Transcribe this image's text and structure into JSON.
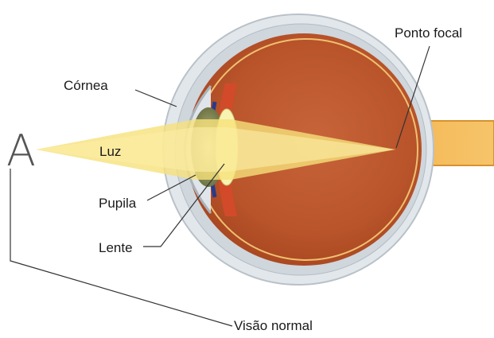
{
  "diagram": {
    "letter": "A",
    "labels": {
      "cornea": "Córnea",
      "light": "Luz",
      "pupil": "Pupila",
      "lens": "Lente",
      "focal_point": "Ponto focal",
      "normal_vision": "Visão normal"
    },
    "colors": {
      "light_beam": "#f6e58a",
      "eyeball": "#c15a2c",
      "sclera": "#dfe5ea",
      "optic_nerve": "#f0ad4e",
      "iris": "#8a8f5a",
      "lens": "#f4f1a8"
    }
  }
}
